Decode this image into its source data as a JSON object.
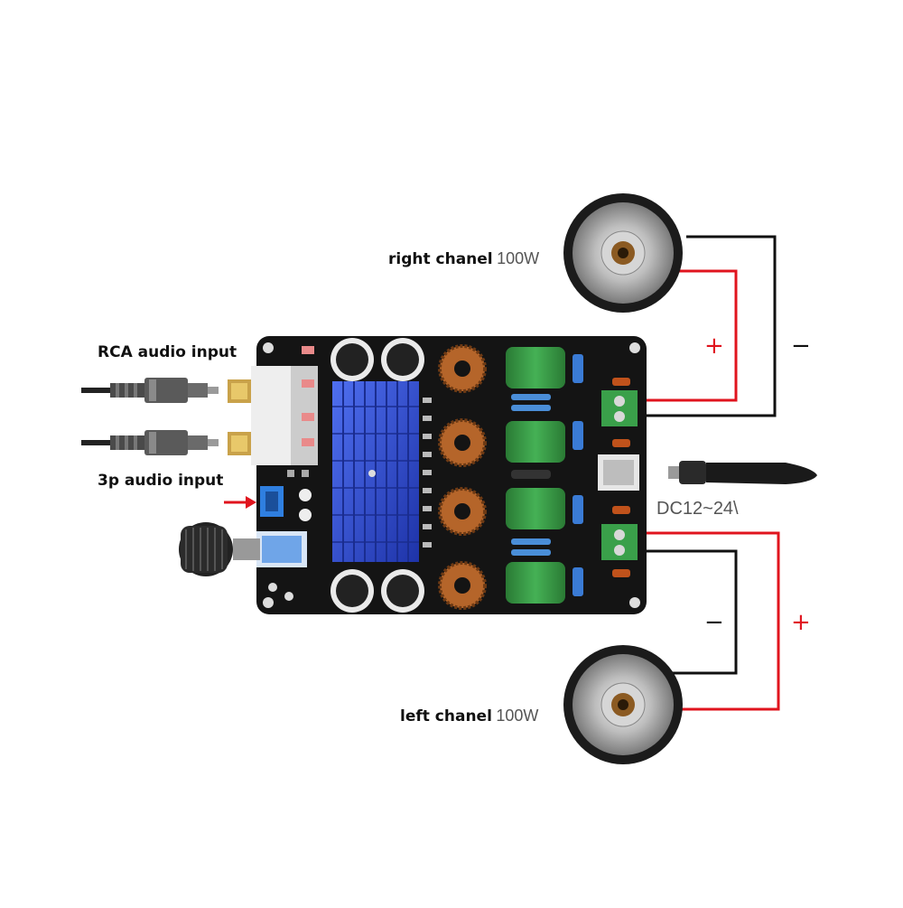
{
  "labels": {
    "right_channel": "right chanel",
    "right_power": "100W",
    "left_channel": "left chanel",
    "left_power": "100W",
    "rca_input": "RCA audio input",
    "p3_input": "3p audio input",
    "dc_input": "DC12~24\\"
  },
  "signs": {
    "right_plus": "+",
    "right_minus": "−",
    "left_plus": "+",
    "left_minus": "−"
  },
  "colors": {
    "positive_wire": "#e0141e",
    "negative_wire": "#111111",
    "pcb": "#141414",
    "heatsink": "#2f4fd8",
    "capacitor": "#2e8b3e",
    "terminal": "#3aa04a",
    "arrow": "#e0141e"
  },
  "icons": [
    "speaker-icon",
    "rca-plug-icon",
    "dc-plug-icon",
    "heatsink-icon",
    "inductor-icon",
    "capacitor-icon",
    "volume-knob-icon",
    "terminal-block-icon",
    "arrow-icon"
  ]
}
